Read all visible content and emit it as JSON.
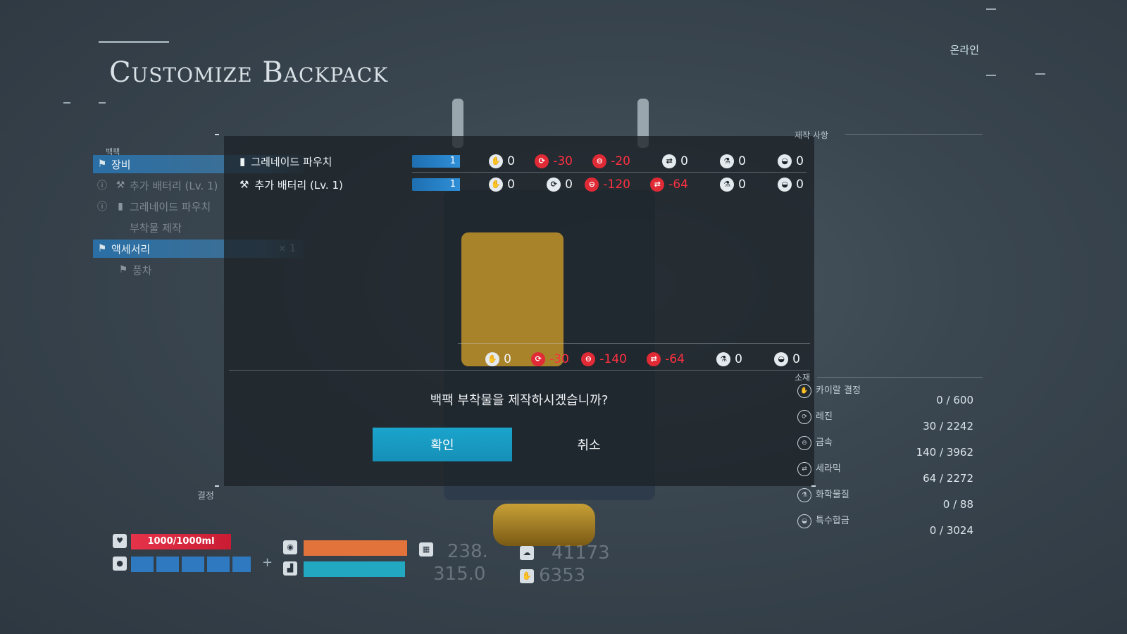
{
  "title": "Customize Backpack",
  "online_label": "온라인",
  "menu": {
    "header": "백팩",
    "items": [
      {
        "label": "장비",
        "icon": "flag-icon",
        "selected": true
      },
      {
        "label": "추가 배터리 (Lv. 1)",
        "icon": "tools-icon",
        "selected": false
      },
      {
        "label": "그레네이드 파우치",
        "icon": "pouch-icon",
        "selected": false
      },
      {
        "label": "부착물 제작",
        "icon": "",
        "selected": false
      },
      {
        "label": "액세서리",
        "icon": "flag-icon",
        "selected": true,
        "qty": "× 1"
      },
      {
        "label": "풍차",
        "icon": "flag-icon",
        "selected": false
      }
    ]
  },
  "status_label": "결정",
  "modal": {
    "items": [
      {
        "name": "그레네이드 파우치",
        "icon": "pouch-icon",
        "qty": "1",
        "stats": [
          "0",
          "-30",
          "-20",
          "0",
          "0",
          "0"
        ]
      },
      {
        "name": "추가 배터리 (Lv. 1)",
        "icon": "tools-icon",
        "qty": "1",
        "stats": [
          "0",
          "0",
          "-120",
          "-64",
          "0",
          "0"
        ]
      }
    ],
    "totals": [
      "0",
      "-30",
      "-140",
      "-64",
      "0",
      "0"
    ],
    "question": "백팩 부착물을 제작하시겠습니까?",
    "confirm_label": "확인",
    "cancel_label": "취소"
  },
  "right_panel": {
    "header_top": "제작 사항",
    "header_materials": "소재",
    "materials": [
      {
        "name": "카이랄 결정",
        "value": "0 / 600",
        "icon": "chiral-icon"
      },
      {
        "name": "레진",
        "value": "30 / 2242",
        "icon": "resin-icon"
      },
      {
        "name": "금속",
        "value": "140 / 3962",
        "icon": "metal-icon"
      },
      {
        "name": "세라믹",
        "value": "64 / 2272",
        "icon": "ceramic-icon"
      },
      {
        "name": "화학물질",
        "value": "0 / 88",
        "icon": "chemical-icon"
      },
      {
        "name": "특수합금",
        "value": "0 / 3024",
        "icon": "alloy-icon"
      }
    ]
  },
  "hud": {
    "water": "1000/1000ml",
    "cargo_weight": "41173",
    "likes": "6353",
    "num_a": "238.",
    "num_b": "315.0"
  },
  "colors": {
    "accent": "#1aa4cc",
    "negative": "#ff3040",
    "selected": "#2a6fa6"
  }
}
